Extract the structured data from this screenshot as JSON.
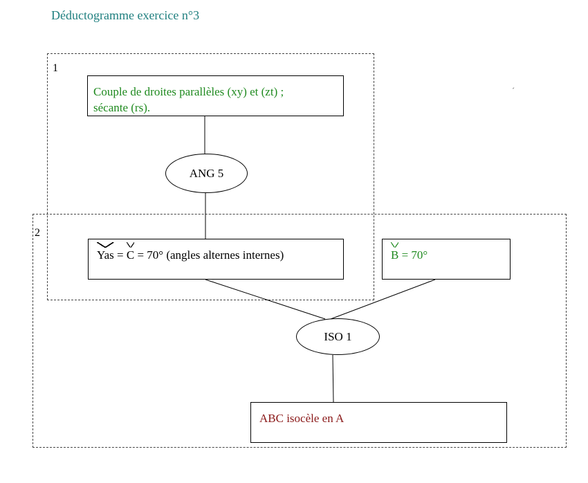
{
  "title": "Déductogramme exercice n°3",
  "zones": [
    {
      "label": "1"
    },
    {
      "label": "2"
    }
  ],
  "boxes": {
    "hypothesis": {
      "line1": "Couple de droites parallèles (xy) et (zt) ;",
      "line2": "sécante (rs)."
    },
    "equality": {
      "angle1": "Yas",
      "eq1": " = ",
      "angle2": "C",
      "rest": " = 70° (angles alternes internes)"
    },
    "angle_b": {
      "angle": "B",
      "rest": " = 70°"
    },
    "conclusion": {
      "text": "ABC isocèle en A"
    }
  },
  "properties": {
    "ang5": "ANG 5",
    "iso1": "ISO 1"
  },
  "colors": {
    "title": "#1f7f7f",
    "hypothesis": "#1f8a1f",
    "angle_b": "#1f8a1f",
    "conclusion": "#8b1a1a"
  }
}
